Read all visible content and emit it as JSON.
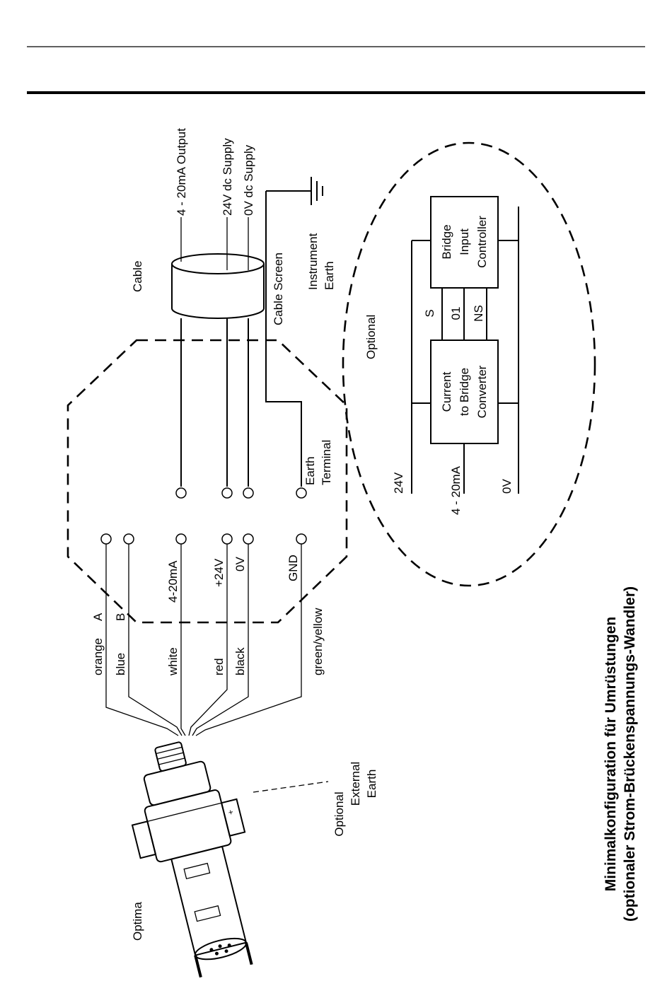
{
  "sensor": {
    "name": "Optima",
    "optional_external_earth": "Optional\nExternal\nEarth"
  },
  "wires": {
    "orange": "orange",
    "orange_terminal": "A",
    "blue": "blue",
    "blue_terminal": "B",
    "white": "white",
    "red": "red",
    "black": "black",
    "green_yellow": "green/yellow"
  },
  "terminal_labels": {
    "ma": "4-20mA",
    "plus24": "+24V",
    "zero": "0V",
    "gnd": "GND",
    "earth_terminal": "Earth\nTerminal"
  },
  "cable": {
    "label": "Cable",
    "output": "4 - 20mA Output",
    "supply24": "24V dc Supply",
    "supply0": "0V dc Supply",
    "screen": "Cable Screen",
    "instrument_earth": "Instrument\nEarth"
  },
  "optional": {
    "label": "Optional",
    "v24": "24V",
    "ma": "4 - 20mA",
    "v0": "0V",
    "converter": "Current\nto Bridge\nConverter",
    "controller": "Bridge\nInput\nController",
    "s": "S",
    "o1": "01",
    "ns": "NS"
  },
  "caption": {
    "line1": "Minimalkonfiguration für Umrüstungen",
    "line2": "(optionaler Strom-Brückenspannungs-Wandler)"
  }
}
